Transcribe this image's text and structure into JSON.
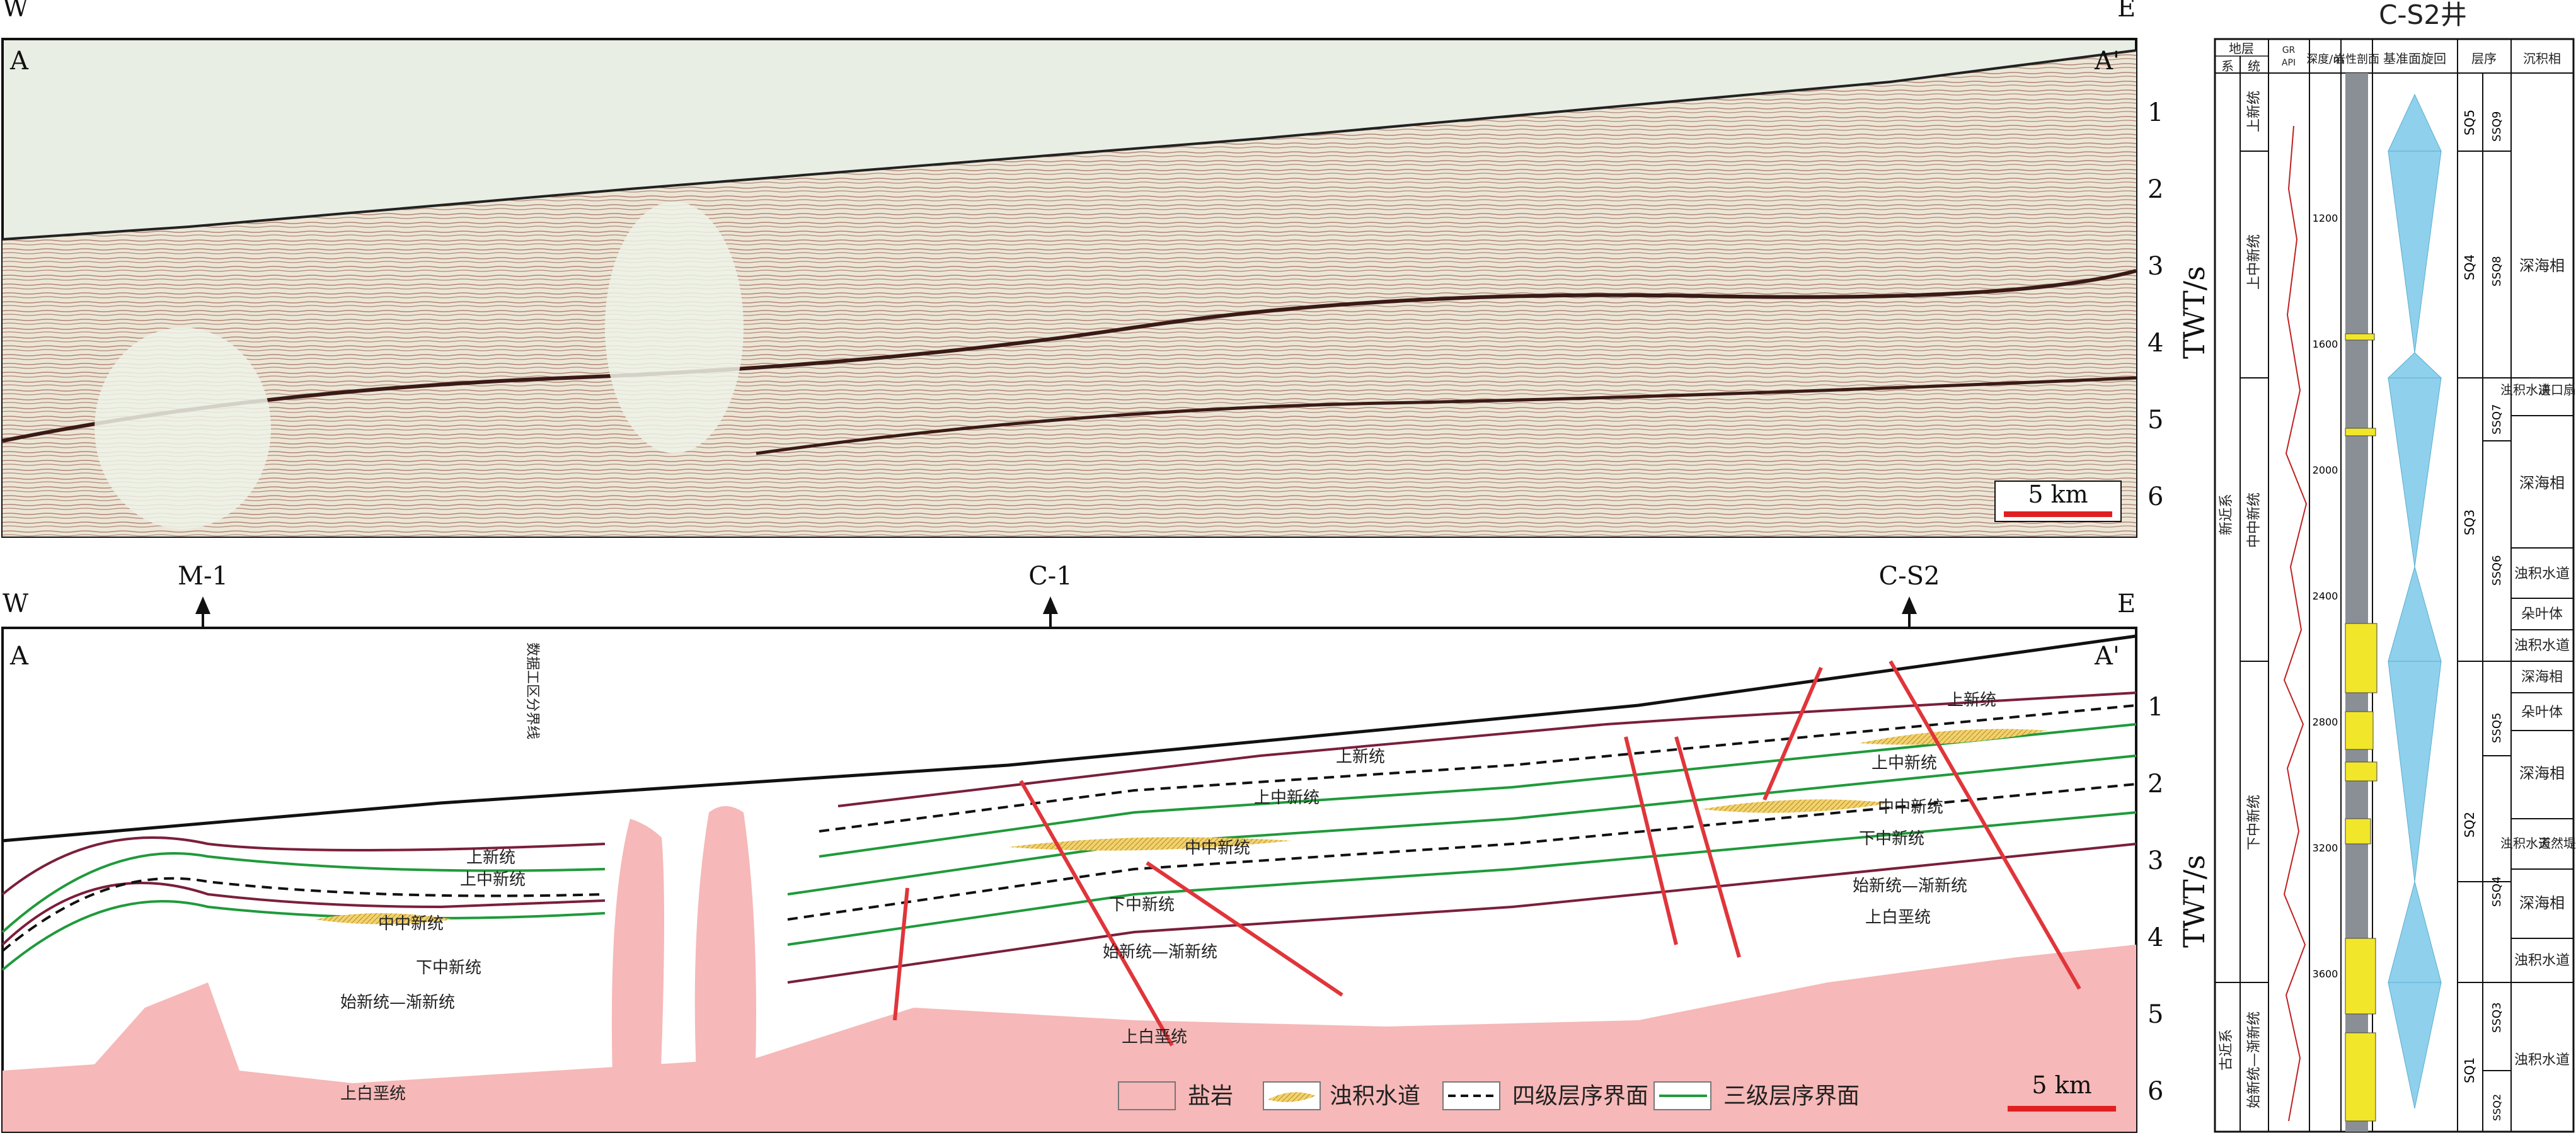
{
  "seismic": {
    "left_end": "W",
    "right_end": "E",
    "start_label": "A",
    "end_label": "A'",
    "axis_title": "TWT/s",
    "ticks": [
      "1",
      "2",
      "3",
      "4",
      "5",
      "6"
    ],
    "scale_bar": "5 km"
  },
  "interp": {
    "left_end": "W",
    "right_end": "E",
    "start_label": "A",
    "end_label": "A'",
    "axis_title": "TWT/s",
    "ticks": [
      "1",
      "2",
      "3",
      "4",
      "5",
      "6"
    ],
    "scale_bar": "5 km",
    "wells": [
      "M-1",
      "C-1",
      "C-S2"
    ],
    "boundary_note": "数据工区分界线",
    "unit_labels": {
      "upper_cretaceous": "上白垩统",
      "paleo_oligo": "始新统—渐新统",
      "lower_miocene": "下中新统",
      "middle_miocene": "中中新统",
      "upper_miocene": "上中新统",
      "pliocene": "上新统"
    },
    "legend": {
      "salt": "盐岩",
      "turbidite": "浊积水道",
      "fourth_order": "四级层序界面",
      "third_order": "三级层序界面"
    }
  },
  "colors": {
    "salt": "#f6b8b8",
    "third_order": "#1f9a3a",
    "fourth_order": "#111111",
    "unit_boundary": "#7a1f3a",
    "fault": "#e0353a",
    "turbidite": "#f3d26b",
    "scale_bar": "#e02020"
  },
  "column": {
    "title": "C-S2井",
    "headers": {
      "stratum": "地层",
      "system": "系",
      "series": "统",
      "gr": "GR",
      "gr_unit": "API",
      "depth": "深度/m",
      "lithology": "岩性剖面",
      "base_level": "基准面旋回",
      "sequence": "层序",
      "facies": "沉积相"
    },
    "depth_ticks": [
      "1200",
      "1600",
      "2000",
      "2400",
      "2800",
      "3200",
      "3600"
    ],
    "systems": [
      "新近系",
      "古近系"
    ],
    "series": [
      "上新统",
      "上中新统",
      "中中新统",
      "下中新统",
      "始新统—渐新统"
    ],
    "sq": [
      "SQ5",
      "SQ4",
      "SQ3",
      "SQ2",
      "SQ1"
    ],
    "ssq": [
      "SSQ9",
      "SSQ8",
      "SSQ7",
      "SSQ6",
      "SSQ5",
      "SSQ4",
      "SSQ3",
      "SSQ2"
    ],
    "facies": [
      {
        "label": "深海相"
      },
      {
        "label": "浊积水道",
        "label2": "决口扇"
      },
      {
        "label": "深海相"
      },
      {
        "label": "浊积水道"
      },
      {
        "label": "朵叶体"
      },
      {
        "label": "浊积水道"
      },
      {
        "label": "深海相"
      },
      {
        "label": "朵叶体"
      },
      {
        "label": "深海相"
      },
      {
        "label": "浊积水道",
        "label2": "天然堤"
      },
      {
        "label": "深海相"
      },
      {
        "label": "浊积水道"
      },
      {
        "label": "浊积水道"
      }
    ]
  }
}
